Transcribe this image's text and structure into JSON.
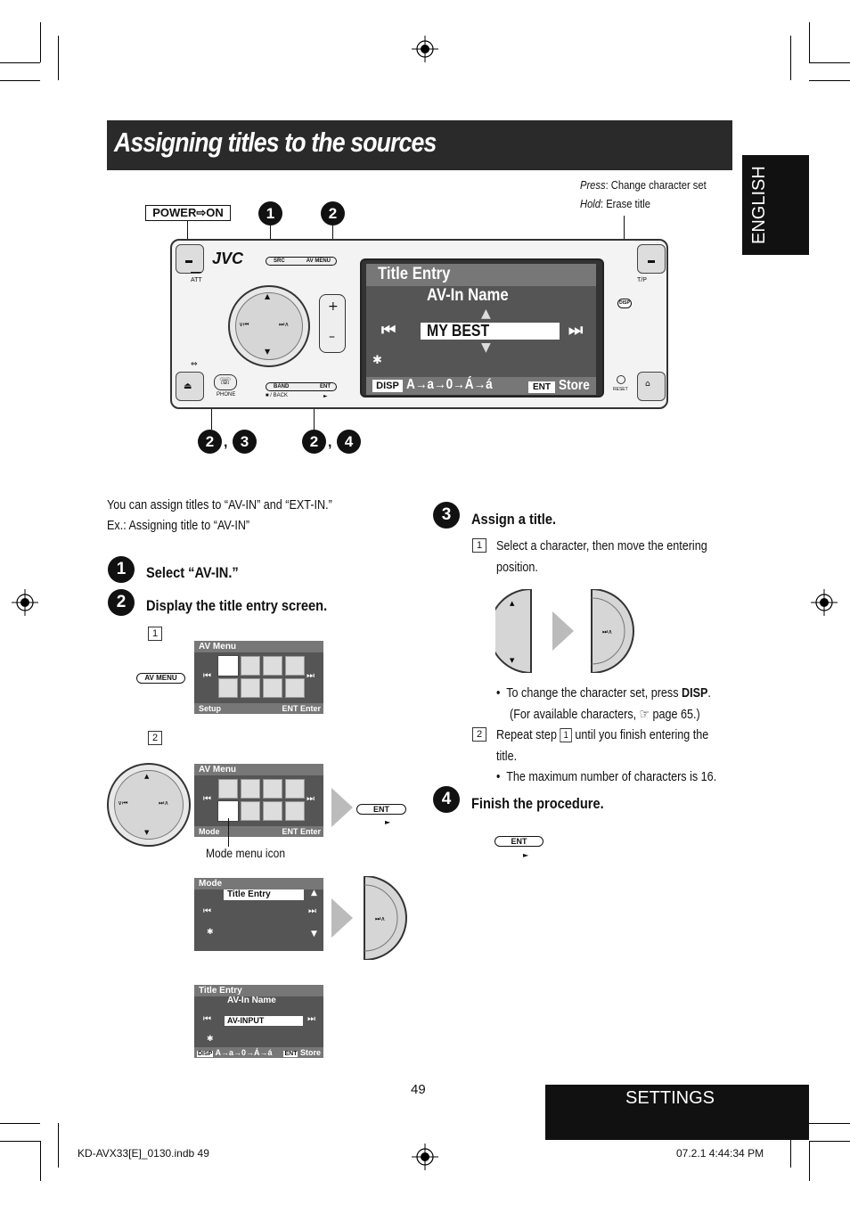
{
  "page": {
    "title": "Assigning titles to the sources",
    "language_tab": "ENGLISH",
    "section_tab": "SETTINGS",
    "page_number": "49",
    "footer_left": "KD-AVX33[E]_0130.indb   49",
    "footer_right": "07.2.1   4:44:34 PM"
  },
  "device": {
    "power_label": "POWER⇨ON",
    "brand": "JVC",
    "callout_1": "1",
    "callout_2": "2",
    "press_note_a": "Press",
    "press_note_b": ": Change character set",
    "hold_note_a": "Hold",
    "hold_note_b": ": Erase title",
    "screen_title": "Title Entry",
    "screen_subtitle": "AV-In Name",
    "screen_value": "MY BEST",
    "screen_disp": "DISP",
    "screen_charset": "A→a→0→Á→á",
    "screen_ent": "ENT",
    "screen_store": "Store",
    "src_label": "SRC",
    "av_menu_label": "AV MENU",
    "band_label": "BAND",
    "ent_label": "ENT",
    "back_label": "■ / BACK",
    "phone_label": "PHONE",
    "reset_label": "RESET",
    "tp_label": "T/P",
    "att_label": "ATT",
    "disp_btn": "DISP",
    "bottom_callout_a1": "2",
    "bottom_callout_a2": "3",
    "bottom_callout_b1": "2",
    "bottom_callout_b2": "4",
    "comma": ","
  },
  "intro": {
    "line1": "You can assign titles to “AV-IN” and “EXT-IN.”",
    "line2": "Ex.: Assigning title to “AV-IN”"
  },
  "steps": {
    "s1_num": "1",
    "s1_text": "Select “AV-IN.”",
    "s2_num": "2",
    "s2_text": "Display the title entry screen.",
    "s2_sub1": "1",
    "s2_sub2": "2",
    "av_menu_button": "AV MENU",
    "mode_menu_icon": "Mode menu icon",
    "ent_button": "ENT",
    "s3_num": "3",
    "s3_text": "Assign a title.",
    "s3_sub1": "1",
    "s3_sub1_text_a": "Select a character, then move the entering",
    "s3_sub1_text_b": "position.",
    "s3_bullet1_a": "To change the character set, press ",
    "s3_bullet1_b": "DISP",
    "s3_bullet1_c": ".",
    "s3_bullet1_line2": "(For available characters, ☞ page 65.)",
    "s3_sub2": "2",
    "s3_sub2_text_a": "Repeat step ",
    "s3_sub2_ref": "1",
    "s3_sub2_text_b": " until you finish entering the",
    "s3_sub2_text_c": "title.",
    "s3_bullet2": "The maximum number of characters is 16.",
    "bullet": "•",
    "s4_num": "4",
    "s4_text": "Finish the procedure.",
    "s4_ent": "ENT"
  },
  "mini_screens": {
    "av_menu_title": "AV Menu",
    "setup_label": "Setup",
    "mode_label": "Mode",
    "enter_label": "Enter",
    "ent_small": "ENT",
    "mode_title": "Mode",
    "mode_item": "Title Entry",
    "te_title": "Title Entry",
    "te_subtitle": "AV-In Name",
    "te_value": "AV-INPUT",
    "te_disp": "DISP",
    "te_charset": "A→a→0→Á→á",
    "te_ent": "ENT",
    "te_store": "Store"
  }
}
